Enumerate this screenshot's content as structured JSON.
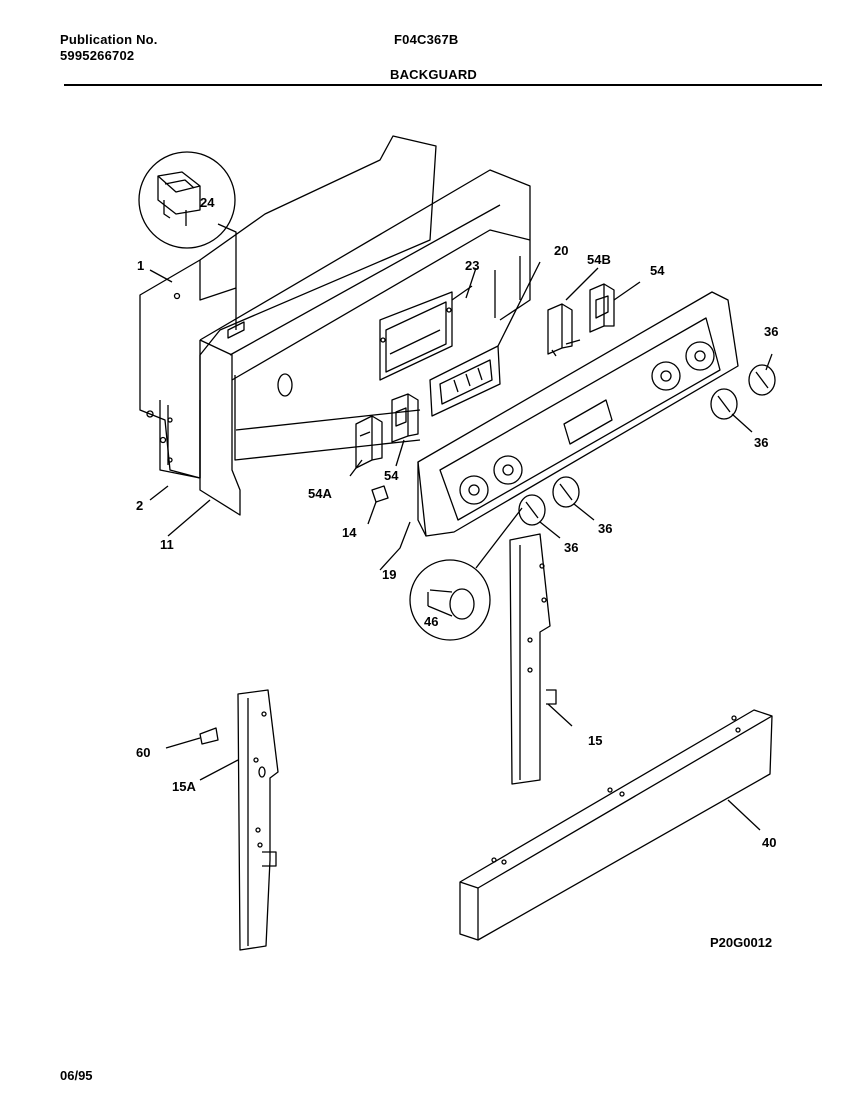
{
  "header": {
    "publication_label": "Publication No.",
    "publication_number": "5995266702",
    "model": "F04C367B",
    "section": "BACKGUARD"
  },
  "callouts": {
    "c1": "1",
    "c2": "2",
    "c11": "11",
    "c24": "24",
    "c23": "23",
    "c20": "20",
    "c54B": "54B",
    "c54_top": "54",
    "c36_a": "36",
    "c36_b": "36",
    "c54_mid": "54",
    "c54A": "54A",
    "c14": "14",
    "c36_c": "36",
    "c36_d": "36",
    "c19": "19",
    "c46": "46",
    "c15": "15",
    "c60": "60",
    "c15A": "15A",
    "c40": "40"
  },
  "figure_code": "P20G0012",
  "footer": {
    "date": "06/95"
  }
}
